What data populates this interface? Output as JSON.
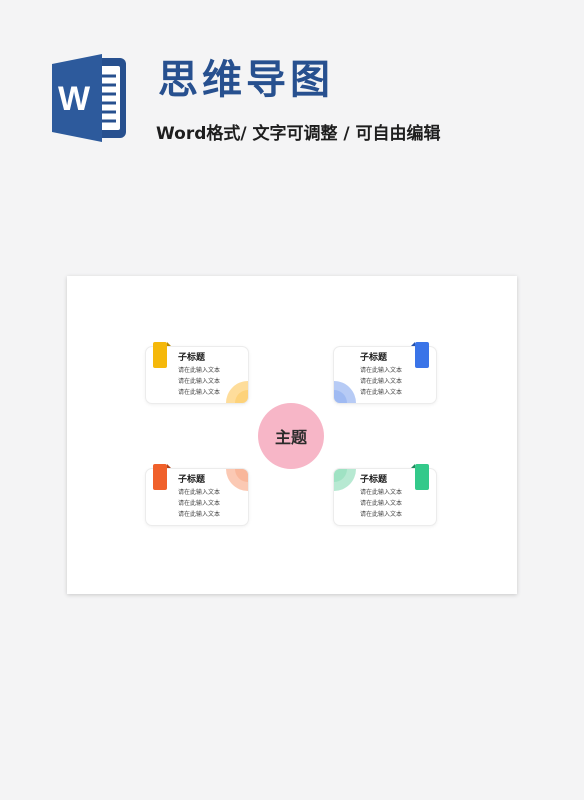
{
  "header": {
    "logo_letter": "W",
    "title": "思维导图",
    "subtitle": "Word格式/ 文字可调整 / 可自由编辑"
  },
  "mindmap": {
    "center": "主题",
    "nodes": [
      {
        "id": "top-left",
        "heading": "子标题",
        "lines": [
          "请在此输入文本",
          "请在此输入文本",
          "请在此输入文本"
        ],
        "tab_color": "#f5b80a",
        "deco_color": "#fdd27a"
      },
      {
        "id": "top-right",
        "heading": "子标题",
        "lines": [
          "请在此输入文本",
          "请在此输入文本",
          "请在此输入文本"
        ],
        "tab_color": "#3a74e8",
        "deco_color": "#9fbaf2"
      },
      {
        "id": "bottom-left",
        "heading": "子标题",
        "lines": [
          "请在此输入文本",
          "请在此输入文本",
          "请在此输入文本"
        ],
        "tab_color": "#f0602a",
        "deco_color": "#f9b79b"
      },
      {
        "id": "bottom-right",
        "heading": "子标题",
        "lines": [
          "请在此输入文本",
          "请在此输入文本",
          "请在此输入文本"
        ],
        "tab_color": "#33c98a",
        "deco_color": "#9fe2c3"
      }
    ]
  },
  "colors": {
    "brand_blue": "#27508f",
    "center_pink": "#f7b6c7"
  }
}
